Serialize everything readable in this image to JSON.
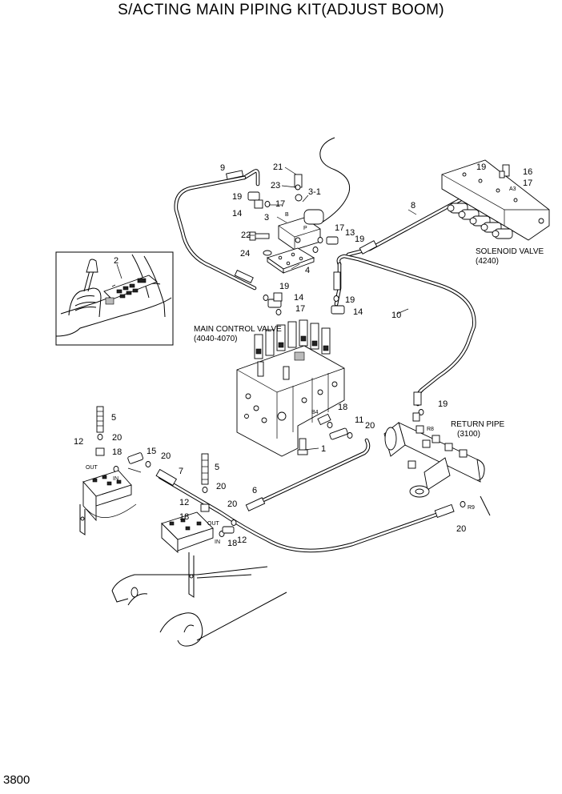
{
  "title": "S/ACTING MAIN PIPING KIT(ADJUST BOOM)",
  "page_number": "3800",
  "components": {
    "main_control_valve": "MAIN CONTROL VALVE",
    "main_control_valve_code": "(4040-4070)",
    "solenoid_valve": "SOLENOID VALVE",
    "solenoid_valve_code": "(4240)",
    "return_pipe": "RETURN PIPE",
    "return_pipe_code": "(3100)"
  },
  "callouts": {
    "c9": "9",
    "c21": "21",
    "c23": "23",
    "c3_1": "3-1",
    "c19a": "19",
    "c17a": "17",
    "c14a": "14",
    "c3": "3",
    "c22": "22",
    "c17b": "17",
    "c13": "13",
    "c19b": "19",
    "c24": "24",
    "c4": "4",
    "c8": "8",
    "c19c": "19",
    "c16": "16",
    "c17c": "17",
    "c2": "2",
    "c19d": "19",
    "c14b": "14",
    "c17d": "17",
    "c19e": "19",
    "c14c": "14",
    "c10": "10",
    "c19f": "19",
    "c18a": "18",
    "c11": "11",
    "c20a": "20",
    "c1": "1",
    "c5a": "5",
    "c12a": "12",
    "c20b": "20",
    "c18b": "18",
    "c15": "15",
    "c20c": "20",
    "c7": "7",
    "c5b": "5",
    "c20d": "20",
    "c6": "6",
    "c12b": "12",
    "c20e": "20",
    "c18c": "18",
    "c18d": "18",
    "c12c": "12",
    "c20f": "20"
  },
  "port_marks": {
    "B": "B",
    "P": "P",
    "A3": "A3",
    "B4": "B4",
    "R8": "R8",
    "R9": "R9",
    "OUT_left": "OUT",
    "IN_left": "IN",
    "OUT_right": "OUT",
    "IN_right": "IN"
  }
}
